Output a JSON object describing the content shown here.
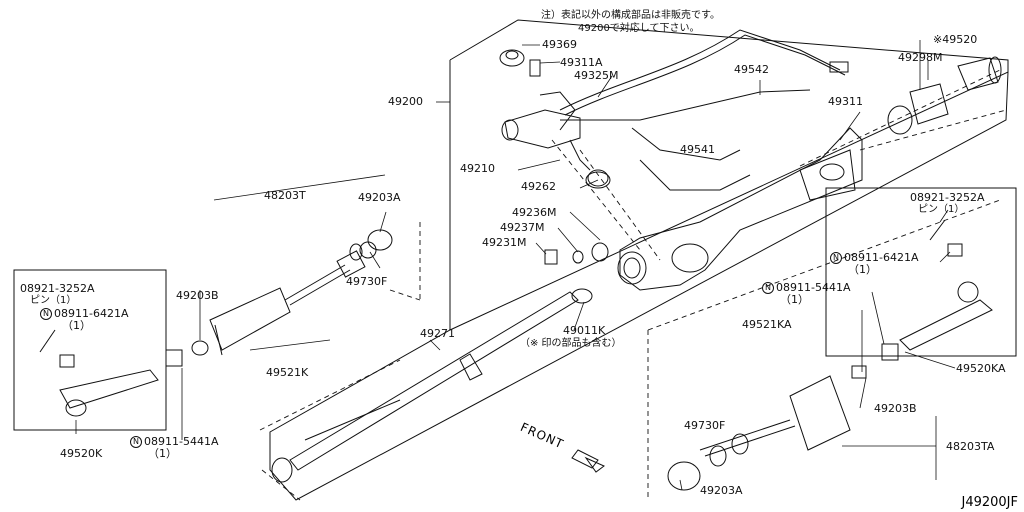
{
  "note": {
    "line1": "注）表記以外の構成部品は非販売です。",
    "line2": "49200で対応して下さい。"
  },
  "labels": {
    "p49369": "49369",
    "p49311A": "49311A",
    "p49325M": "49325M",
    "p49200": "49200",
    "p49542": "49542",
    "p49311": "49311",
    "p49520": "※49520",
    "p49298M": "49298M",
    "p49210": "49210",
    "p49541": "49541",
    "p49262": "49262",
    "p49236M": "49236M",
    "p49237M": "49237M",
    "p49231M": "49231M",
    "p48203T": "48203T",
    "p49203A_top": "49203A",
    "p49203B_left": "49203B",
    "p49730F_left": "49730F",
    "p49521K": "49521K",
    "p49271": "49271",
    "p49011K": "49011K",
    "p49011K_note": "（※ 印の部品も含む）",
    "left_box_pin": "08921-3252A",
    "left_box_pin_sub": "ピン（1）",
    "left_box_nut": "08911-6421A",
    "left_box_nut_qty": "（1）",
    "p49520K": "49520K",
    "left_nut2": "08911-5441A",
    "left_nut2_qty": "（1）",
    "right_pin": "08921-3252A",
    "right_pin_sub": "ピン（1）",
    "right_nut": "08911-6421A",
    "right_nut_qty": "（1）",
    "right_nut2": "08911-5441A",
    "right_nut2_qty": "（1）",
    "p49520KA": "49520KA",
    "p49521KA": "49521KA",
    "p49730F_right": "49730F",
    "p49203B_right": "49203B",
    "p48203TA": "48203TA",
    "p49203A_bottom": "49203A",
    "circ": "N",
    "front": "FRONT",
    "code": "J49200JF"
  }
}
